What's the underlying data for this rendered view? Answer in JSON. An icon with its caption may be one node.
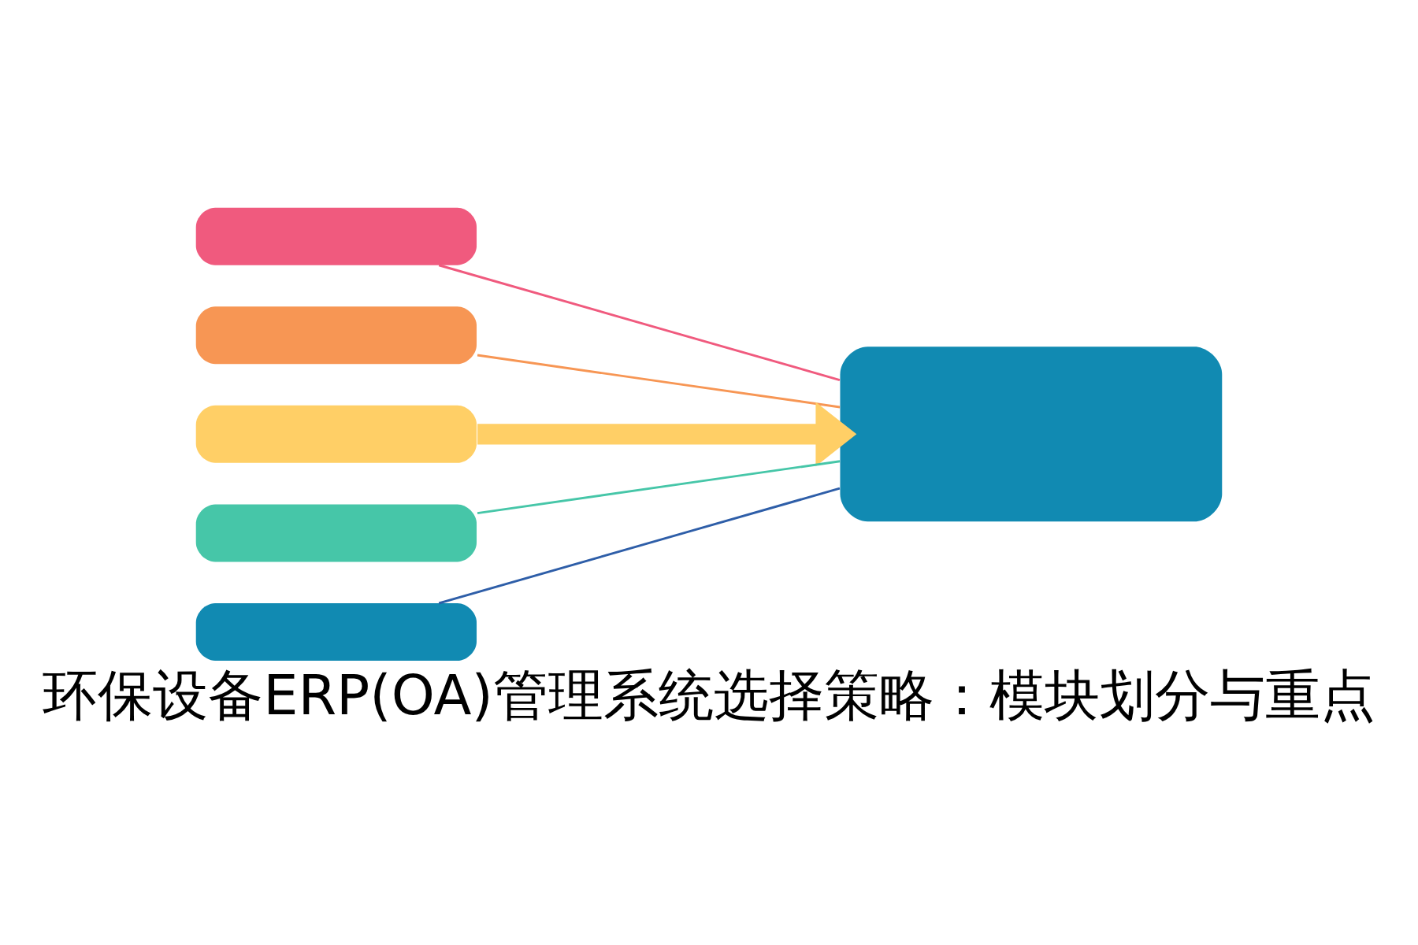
{
  "diagram": {
    "title": "环保设备ERP(OA)管理系统选择策略：模块划分与重点",
    "nodes": [
      {
        "text": [],
        "shape": "bar"
      },
      {
        "text": [],
        "shape": "bar"
      },
      {
        "text": [],
        "shape": "bar"
      },
      {
        "text": [],
        "shape": "bar"
      },
      {
        "text": [],
        "shape": "bar"
      },
      {
        "text": [],
        "shape": "box"
      }
    ],
    "edges": [
      {
        "from": 0,
        "to": 5,
        "arrow": "none",
        "color": "#f05a7e"
      },
      {
        "from": 1,
        "to": 5,
        "arrow": "none",
        "color": "#f79654"
      },
      {
        "from": 2,
        "to": 5,
        "arrow": "to",
        "style": "thick",
        "color": "#ffcf66"
      },
      {
        "from": 3,
        "to": 5,
        "arrow": "none",
        "color": "#46c6a8"
      },
      {
        "from": 4,
        "to": 5,
        "arrow": "none",
        "color": "#2e5ea8"
      }
    ]
  }
}
